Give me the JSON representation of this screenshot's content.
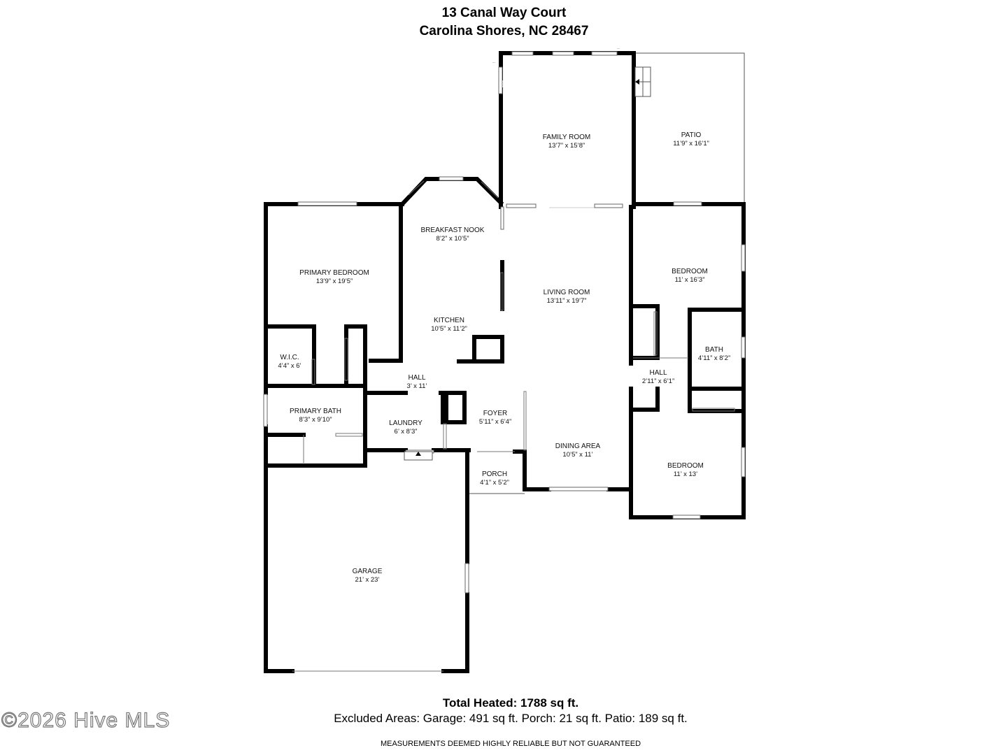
{
  "header": {
    "address_line1": "13 Canal Way Court",
    "address_line2": "Carolina Shores, NC 28467"
  },
  "rooms": {
    "family_room": {
      "name": "FAMILY ROOM",
      "dims": "13’7” x 15’8”"
    },
    "patio": {
      "name": "PATIO",
      "dims": "11’9” x 16’1”"
    },
    "breakfast_nook": {
      "name": "BREAKFAST NOOK",
      "dims": "8’2” x 10’5”"
    },
    "primary_bedroom": {
      "name": "PRIMARY BEDROOM",
      "dims": "13’9” x 19’5”"
    },
    "living_room": {
      "name": "LIVING ROOM",
      "dims": "13’11” x 19’7”"
    },
    "bedroom_1": {
      "name": "BEDROOM",
      "dims": "11’ x 16’3”"
    },
    "kitchen": {
      "name": "KITCHEN",
      "dims": "10’5” x 11’2”"
    },
    "bath": {
      "name": "BATH",
      "dims": "4’11” x 8’2”"
    },
    "wic": {
      "name": "W.I.C.",
      "dims": "4’4” x 6’"
    },
    "hall_1": {
      "name": "HALL",
      "dims": "3’ x 11’"
    },
    "hall_2": {
      "name": "HALL",
      "dims": "2’11” x 6’1”"
    },
    "primary_bath": {
      "name": "PRIMARY BATH",
      "dims": "8’3” x 9’10”"
    },
    "foyer": {
      "name": "FOYER",
      "dims": "5’11” x 6’4”"
    },
    "laundry": {
      "name": "LAUNDRY",
      "dims": "6’ x 8’3”"
    },
    "dining_area": {
      "name": "DINING AREA",
      "dims": "10’5” x 11’"
    },
    "bedroom_2": {
      "name": "BEDROOM",
      "dims": "11’ x 13’"
    },
    "porch": {
      "name": "PORCH",
      "dims": "4’1” x 5’2”"
    },
    "garage": {
      "name": "GARAGE",
      "dims": "21’ x 23’"
    }
  },
  "footer": {
    "total_heated": "Total Heated: 1788 sq ft.",
    "excluded": "Excluded Areas: Garage: 491 sq ft. Porch: 21 sq ft. Patio: 189 sq ft.",
    "disclaimer": "MEASUREMENTS DEEMED HIGHLY RELIABLE BUT NOT GUARANTEED"
  },
  "watermark": "©2026 Hive MLS",
  "colors": {
    "wall": "#000000",
    "window": "#9a9a9a",
    "background": "#ffffff"
  }
}
